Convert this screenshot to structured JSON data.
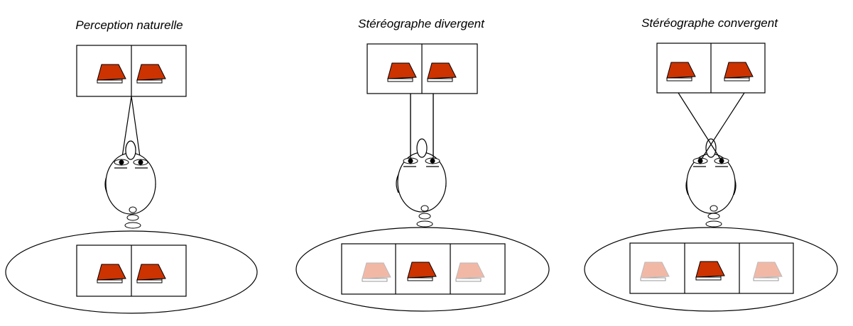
{
  "panels": [
    {
      "id": "natural",
      "title": "Perception naturelle"
    },
    {
      "id": "divergent",
      "title": "Stéréographe divergent"
    },
    {
      "id": "convergent",
      "title": "Stéréographe convergent"
    }
  ],
  "colors": {
    "book": "#cc3300",
    "book_ghost": "#f2b8a6",
    "line": "#000000",
    "background": "#ffffff"
  }
}
